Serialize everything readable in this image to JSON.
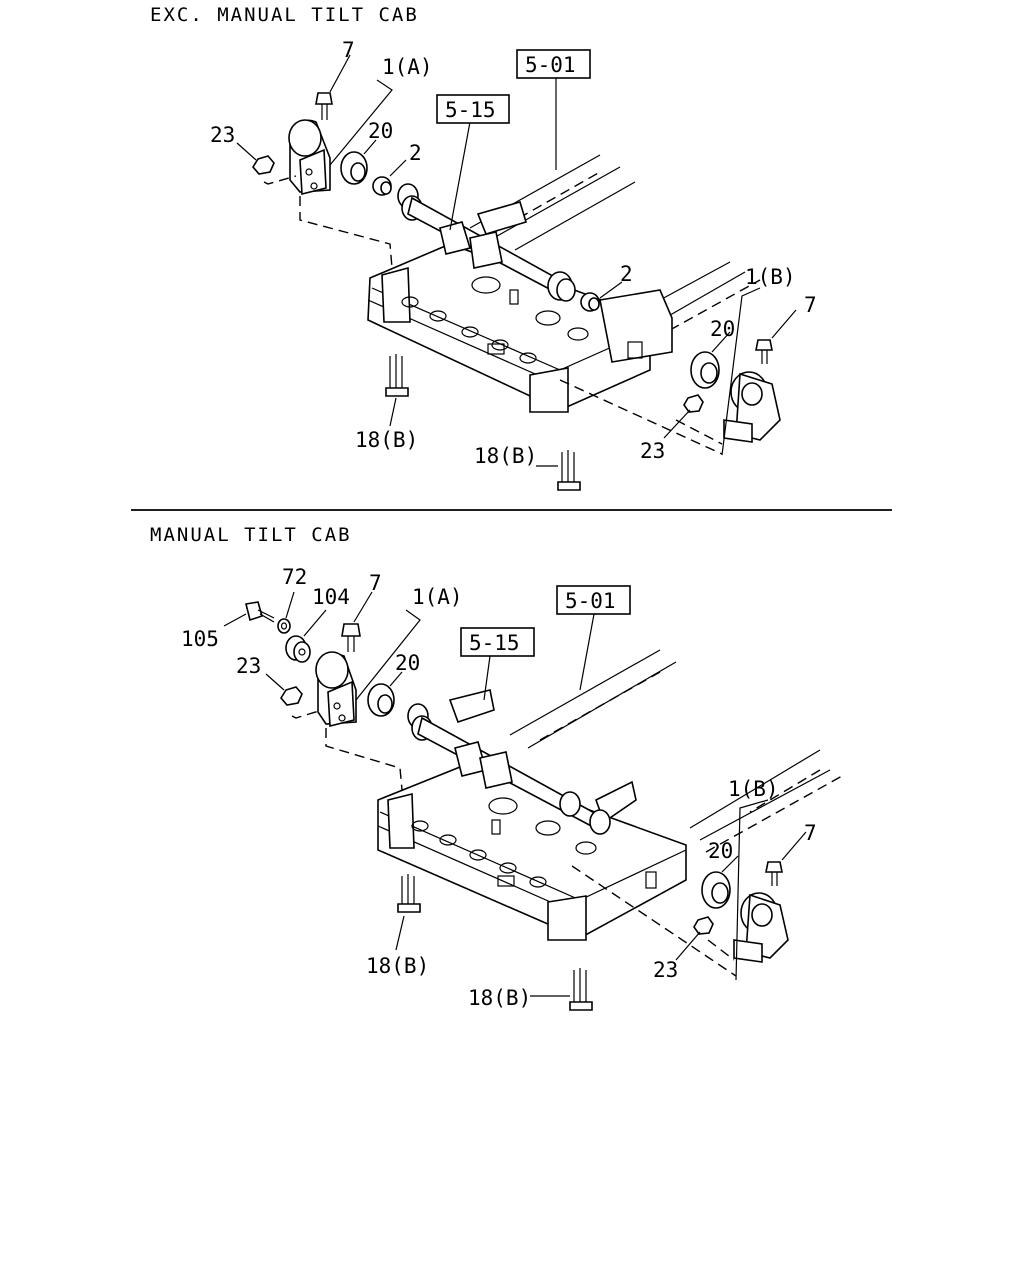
{
  "sections": [
    {
      "title": "EXC. MANUAL TILT CAB",
      "labels": {
        "bolt_top": "7",
        "bracket_a": "1(A)",
        "nut_left": "23",
        "bushing_left": "20",
        "collar_left": "2",
        "ref_frame": "5-01",
        "ref_shaft": "5-15",
        "collar_right": "2",
        "bracket_b": "1(B)",
        "bolt_right": "7",
        "bushing_right": "20",
        "nut_right": "23",
        "stud_left": "18(B)",
        "stud_center": "18(B)"
      }
    },
    {
      "title": "MANUAL TILT CAB",
      "labels": {
        "washer": "72",
        "cap": "104",
        "bolt_top": "7",
        "bracket_a": "1(A)",
        "bolt_side": "105",
        "nut_left": "23",
        "bushing_left": "20",
        "ref_frame": "5-01",
        "ref_shaft": "5-15",
        "bracket_b": "1(B)",
        "bolt_right": "7",
        "bushing_right": "20",
        "nut_right": "23",
        "stud_left": "18(B)",
        "stud_center": "18(B)"
      }
    }
  ]
}
